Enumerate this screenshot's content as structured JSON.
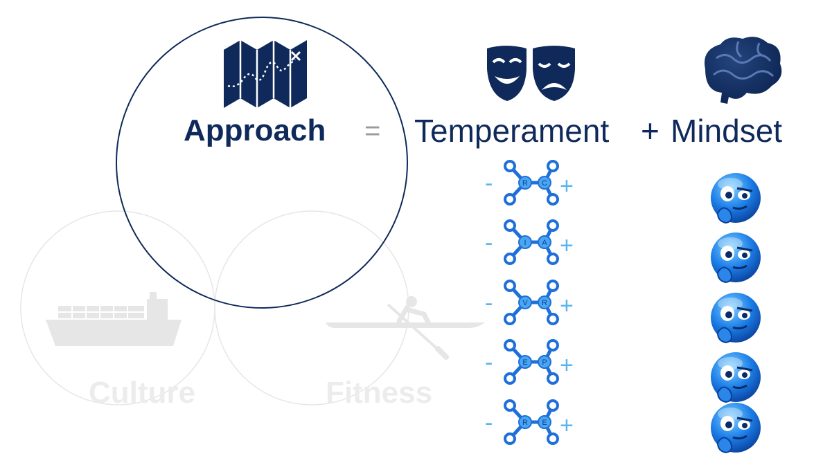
{
  "diagram": {
    "approach_label": "Approach",
    "equals_sign": "=",
    "temperament_label": "Temperament",
    "plus_sign": "+",
    "mindset_label": "Mindset",
    "culture_label": "Culture",
    "fitness_label": "Fitness",
    "sliders": [
      {
        "minus": "-",
        "left_letter": "R",
        "right_letter": "C",
        "plus": "+"
      },
      {
        "minus": "-",
        "left_letter": "I",
        "right_letter": "A",
        "plus": "+"
      },
      {
        "minus": "-",
        "left_letter": "V",
        "right_letter": "R",
        "plus": "+"
      },
      {
        "minus": "-",
        "left_letter": "E",
        "right_letter": "P",
        "plus": "+"
      },
      {
        "minus": "-",
        "left_letter": "R",
        "right_letter": "E",
        "plus": "+"
      }
    ],
    "icons": {
      "map": "map-icon",
      "masks": "theater-masks-icon",
      "brain": "brain-icon",
      "ship": "container-ship-icon",
      "rower": "rowing-boat-icon",
      "thinker": "thinking-face-icon"
    },
    "colors": {
      "navy": "#0f2a5a",
      "light_gray": "#e6e6e6",
      "slider_blue": "#1e6fd9",
      "pale_blue": "#5ab4f0",
      "equals_gray": "#9a9a9a"
    }
  }
}
